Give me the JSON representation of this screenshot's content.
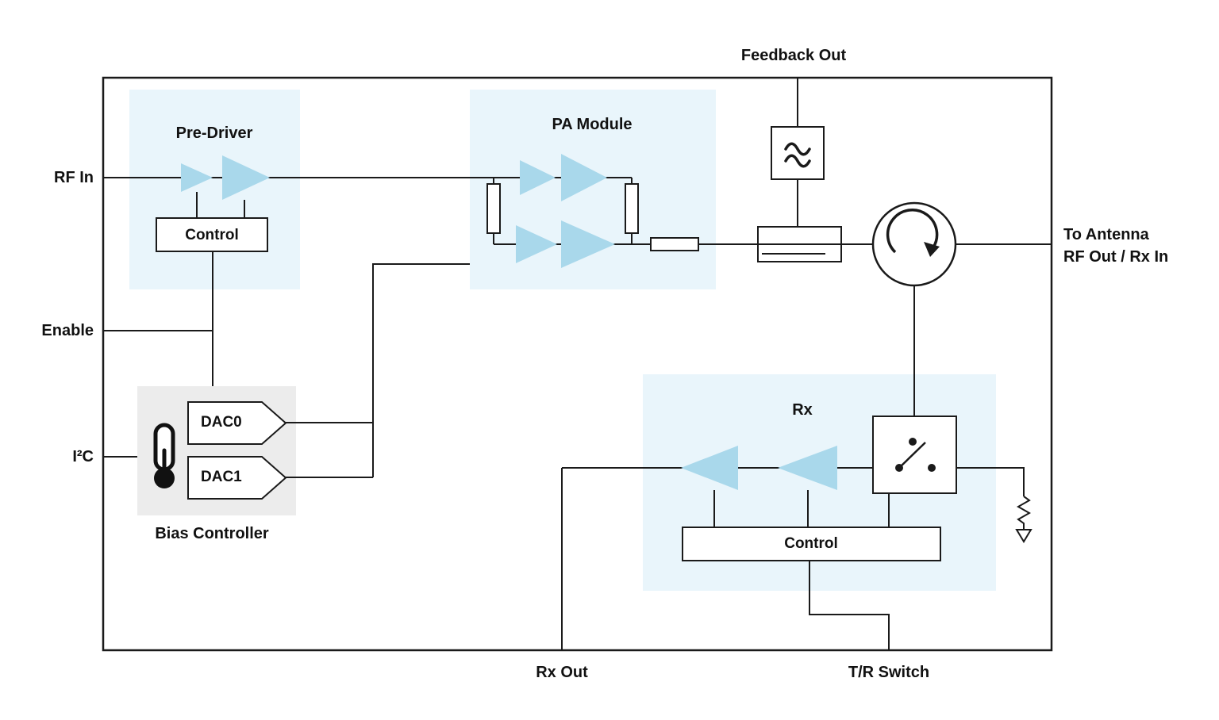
{
  "labels": {
    "feedback_out": "Feedback Out",
    "rf_in": "RF In",
    "enable": "Enable",
    "i2c": "I²C",
    "to_antenna_1": "To Antenna",
    "to_antenna_2": "RF Out / Rx In",
    "rx_out": "Rx Out",
    "tr_switch": "T/R Switch"
  },
  "blocks": {
    "pre_driver": {
      "title": "Pre-Driver",
      "control_label": "Control"
    },
    "pa_module": {
      "title": "PA Module"
    },
    "bias_controller": {
      "title": "Bias Controller",
      "dac0_label": "DAC0",
      "dac1_label": "DAC1"
    },
    "rx": {
      "title": "Rx",
      "control_label": "Control"
    }
  },
  "icons": {
    "thermometer": "thermometer-icon",
    "filter_wave": "wave-filter-icon",
    "circulator_arrow": "circulator-arrow-icon",
    "spdt_switch": "spdt-switch-icon",
    "ground": "ground-icon",
    "amplifier": "amplifier-triangle-icon",
    "resistor": "resistor-icon"
  },
  "colors": {
    "amplifier_fill": "#a9d8eb",
    "module_bg": "#e9f5fb",
    "bias_bg": "#ececec",
    "line": "#1a1a1a",
    "text": "#111111",
    "background": "#ffffff"
  }
}
